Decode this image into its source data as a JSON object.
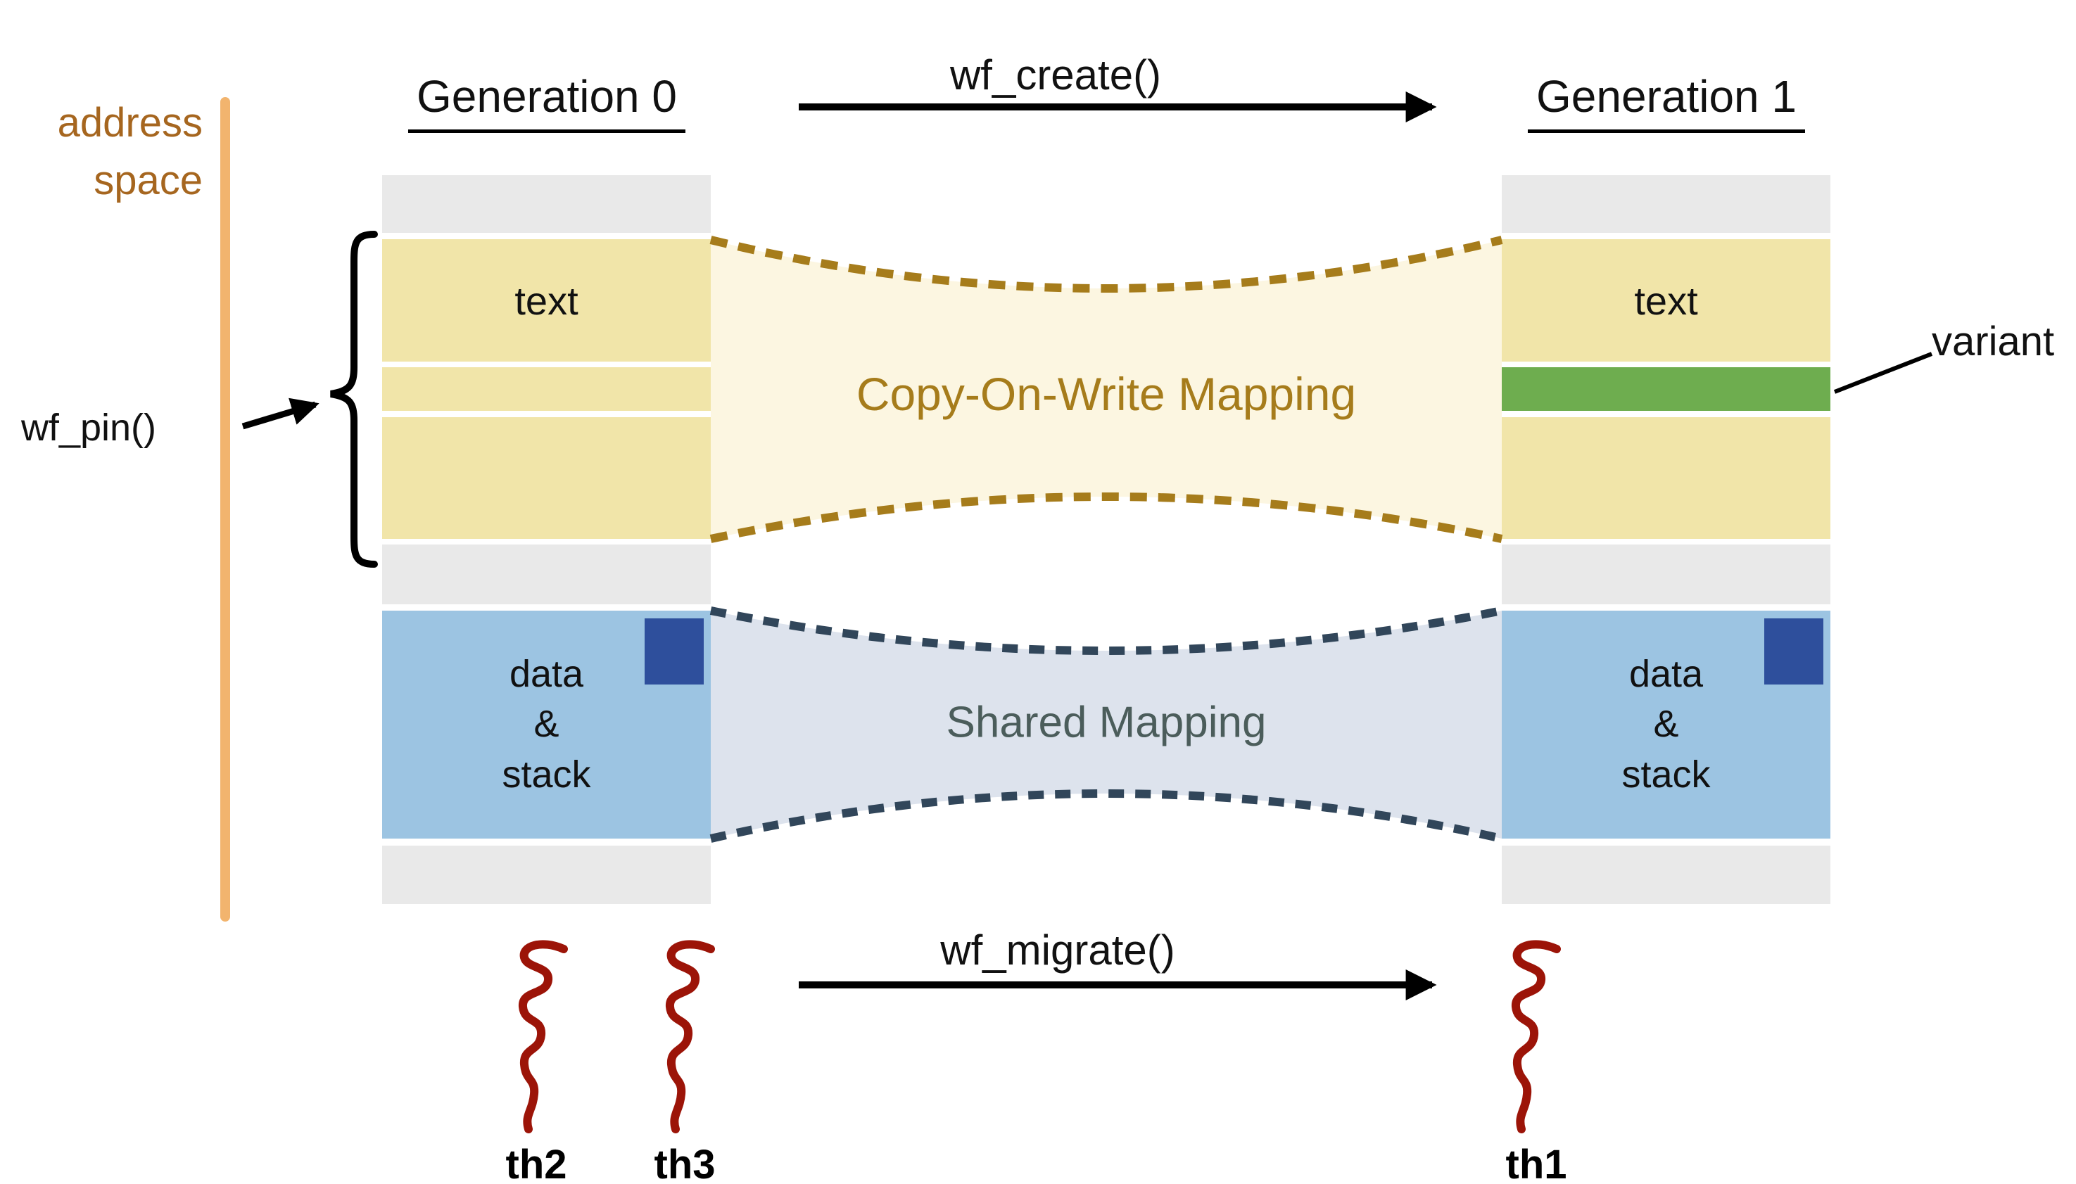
{
  "axis": {
    "label_line1": "address",
    "label_line2": "space",
    "color": "#f2b46e",
    "text_color": "#a6661f"
  },
  "columns": {
    "gen0": {
      "title": "Generation 0",
      "text_label": "text",
      "data_stack_lines": [
        "data",
        "&",
        "stack"
      ],
      "variant_slot": "yellow"
    },
    "gen1": {
      "title": "Generation 1",
      "text_label": "text",
      "data_stack_lines": [
        "data",
        "&",
        "stack"
      ],
      "variant_slot": "green"
    }
  },
  "operations": {
    "create": "wf_create()",
    "migrate": "wf_migrate()",
    "pin": "wf_pin()"
  },
  "mappings": {
    "cow": {
      "label": "Copy-On-Write Mapping",
      "fill": "#fcf6e1",
      "accent": "#a67c1b"
    },
    "shared": {
      "label": "Shared Mapping",
      "fill": "#dde3ed",
      "accent": "#31465a",
      "text_color": "#4b5d5b"
    }
  },
  "annotations": {
    "variant": "variant"
  },
  "threads": {
    "th1": "th1",
    "th2": "th2",
    "th3": "th3",
    "color": "#9c1408"
  },
  "colors": {
    "segment_yellow": "#f1e5a9",
    "segment_grey": "#e9e9e9",
    "segment_blue": "#9cc4e2",
    "pinned_square_blue": "#2e4f9c",
    "variant_green": "#6ead4f",
    "arrow_black": "#000000"
  }
}
